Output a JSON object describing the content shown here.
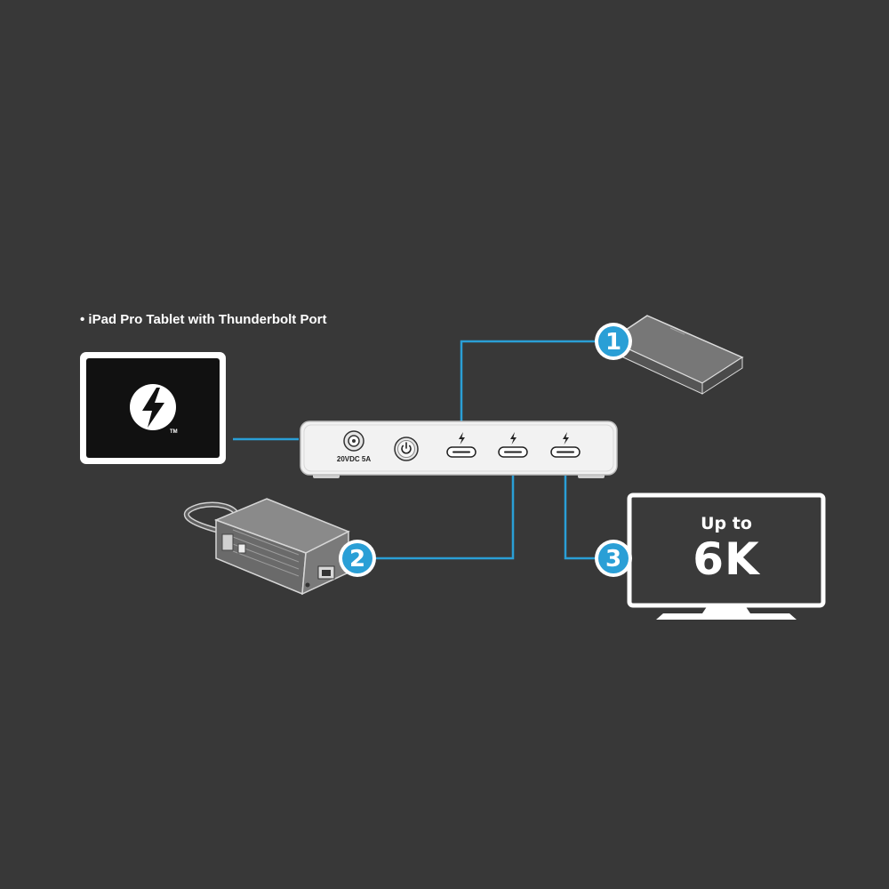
{
  "heading": "• iPad Pro Tablet with Thunderbolt Port",
  "dock": {
    "power_label": "20VDC 5A",
    "tm_mark": "TM"
  },
  "callouts": [
    "1",
    "2",
    "3"
  ],
  "monitor": {
    "line1": "Up to",
    "line2": "6K"
  },
  "colors": {
    "background": "#383838",
    "connector_line": "#2a9fd6",
    "badge_fill": "#2a9fd6",
    "badge_ring": "#ffffff",
    "device_body": "#f2f2f2",
    "screen": "#111111"
  },
  "icons": [
    "thunderbolt-logo-icon",
    "power-icon",
    "thunderbolt-icon",
    "ssd-drive-icon",
    "ethernet-adapter-icon",
    "monitor-icon"
  ]
}
